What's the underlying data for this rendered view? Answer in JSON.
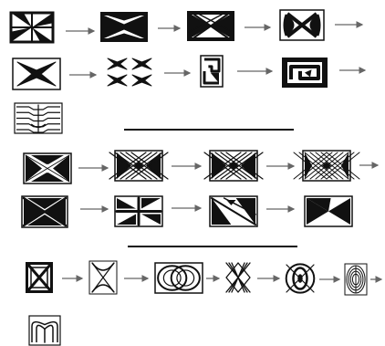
{
  "groups": [
    {
      "rows": [
        [
          "quad-triangles",
          "hourglass-x",
          "lattice-x",
          "bowtie-x"
        ],
        [
          "solid-x",
          "split-x",
          "s-hook",
          "fret-spiral"
        ],
        [
          "meander-strips"
        ]
      ]
    },
    {
      "rows": [
        [
          "diamond-x",
          "diamond-x-lattice",
          "diamond-x-lattice",
          "dense-lattice"
        ],
        [
          "triangle-x",
          "union-jack",
          "diagonal-split",
          "bowtie-triangles"
        ]
      ]
    },
    {
      "rows": [
        [
          "boxed-x",
          "arch-x",
          "double-oval",
          "nested-x",
          "eye-lattice",
          "ring-lattice"
        ],
        [
          "knot-loop"
        ]
      ]
    }
  ],
  "colors": {
    "ink": "#111111",
    "arrow": "#666666",
    "divider": "#111111",
    "background": "#ffffff"
  }
}
